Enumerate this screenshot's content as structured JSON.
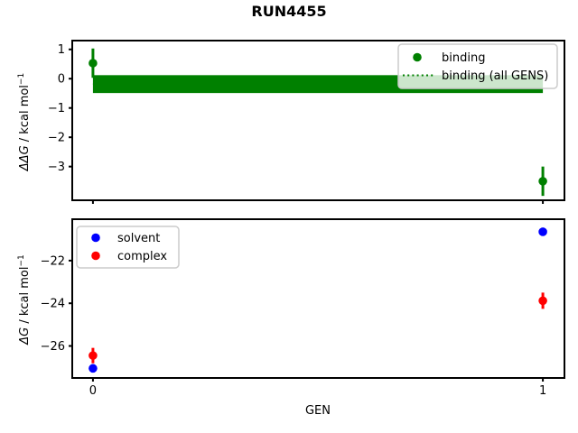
{
  "figure_title": "RUN4455",
  "colors": {
    "binding": "#008000",
    "solvent": "#0000ff",
    "complex": "#ff0000",
    "axes": "#000000",
    "legend_border": "#cccccc",
    "background": "#ffffff"
  },
  "chart_data": [
    {
      "type": "scatter",
      "subplot": "top",
      "ylabel": "ΔΔG / kcal mol⁻¹",
      "ylabel_parts": {
        "italic": "ΔΔG",
        "rest": " / kcal mol",
        "sup": "−1"
      },
      "xlim": [
        -0.046,
        1.048
      ],
      "ylim": [
        -4.15,
        1.3
      ],
      "yticks": [
        1,
        0,
        -1,
        -2,
        -3
      ],
      "xticks": [
        0,
        1
      ],
      "show_xticklabels": false,
      "grid": false,
      "series": [
        {
          "name": "binding",
          "color": "#008000",
          "x": [
            0,
            1
          ],
          "y": [
            0.53,
            -3.5
          ],
          "yerr": [
            0.5,
            0.5
          ]
        }
      ],
      "band": {
        "label": "binding (all GENS)",
        "color": "#008000",
        "line_style": "dotted",
        "center": -0.185,
        "lower": -0.49,
        "upper": 0.12,
        "x_start": 0,
        "x_end": 1
      },
      "legend": {
        "position": "upper-right",
        "entries": [
          {
            "label": "binding",
            "marker": "point",
            "color": "#008000"
          },
          {
            "label": "binding (all GENS)",
            "marker": "dotted-line",
            "color": "#008000"
          }
        ]
      }
    },
    {
      "type": "scatter",
      "subplot": "bottom",
      "ylabel": "ΔG / kcal mol⁻¹",
      "ylabel_parts": {
        "italic": "ΔG",
        "rest": " / kcal mol",
        "sup": "−1"
      },
      "xlabel": "GEN",
      "xlim": [
        -0.046,
        1.048
      ],
      "ylim": [
        -27.5,
        -20.06
      ],
      "yticks": [
        -22,
        -24,
        -26
      ],
      "xticks": [
        0,
        1
      ],
      "show_xticklabels": true,
      "grid": false,
      "series": [
        {
          "name": "solvent",
          "color": "#0000ff",
          "x": [
            0,
            1
          ],
          "y": [
            -27.05,
            -20.65
          ],
          "yerr": [
            0.15,
            0.12
          ]
        },
        {
          "name": "complex",
          "color": "#ff0000",
          "x": [
            0,
            1
          ],
          "y": [
            -26.45,
            -23.88
          ],
          "yerr": [
            0.36,
            0.38
          ]
        }
      ],
      "legend": {
        "position": "upper-left",
        "entries": [
          {
            "label": "solvent",
            "marker": "point",
            "color": "#0000ff"
          },
          {
            "label": "complex",
            "marker": "point",
            "color": "#ff0000"
          }
        ]
      }
    }
  ]
}
